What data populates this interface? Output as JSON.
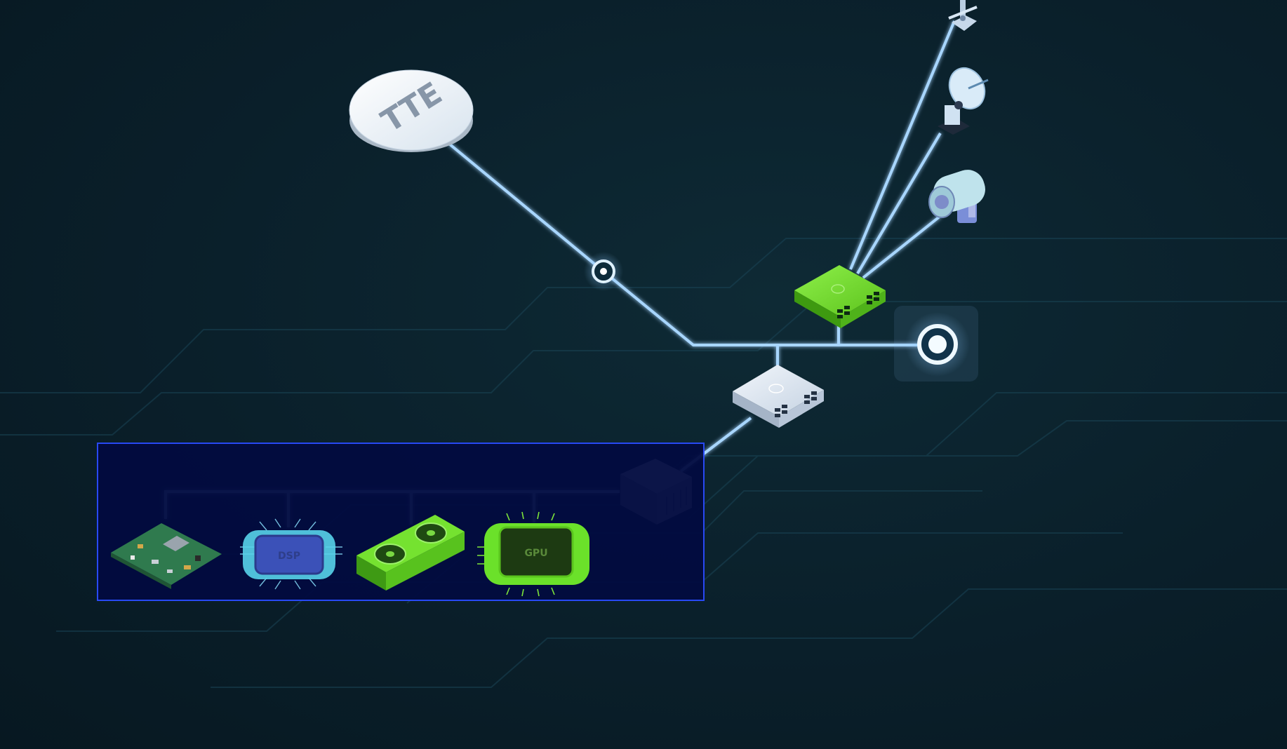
{
  "diagram": {
    "labels": {
      "tte": "TTE",
      "dsp": "DSP",
      "gpu": "GPU"
    },
    "colors": {
      "background": "#0b202b",
      "link": "#9fd0ff",
      "accent_green": "#6ee02a",
      "panel": "#020b40",
      "panel_border": "#2a4cff"
    },
    "nodes": [
      {
        "name": "tte-disc-node",
        "icon": "tte-disc-icon"
      },
      {
        "name": "junction-node-small",
        "icon": "junction-icon"
      },
      {
        "name": "junction-node-large",
        "icon": "junction-icon"
      },
      {
        "name": "green-switch",
        "icon": "network-switch-icon"
      },
      {
        "name": "silver-switch",
        "icon": "network-switch-icon"
      },
      {
        "name": "storage-server",
        "icon": "nas-icon"
      },
      {
        "name": "antenna",
        "icon": "antenna-icon"
      },
      {
        "name": "satellite-dish",
        "icon": "satellite-dish-icon"
      },
      {
        "name": "camera",
        "icon": "camera-icon"
      },
      {
        "name": "circuit-board",
        "icon": "circuit-board-icon"
      },
      {
        "name": "dsp-chip",
        "icon": "chip-icon"
      },
      {
        "name": "graphics-card",
        "icon": "graphics-card-icon"
      },
      {
        "name": "gpu-chip",
        "icon": "chip-icon"
      }
    ]
  }
}
